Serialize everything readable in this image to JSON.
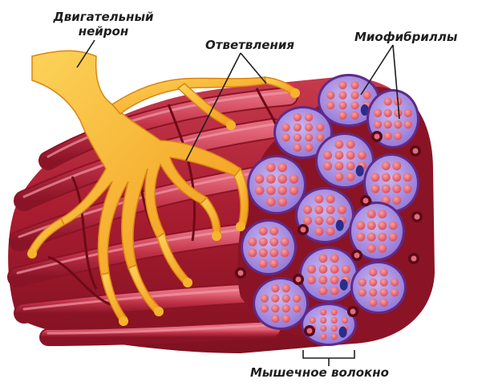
{
  "labels": {
    "motor_neuron_line1": "Двигательный",
    "motor_neuron_line2": "нейрон",
    "branches": "Ответвления",
    "myofibrils": "Миофибриллы",
    "muscle_fiber": "Мышечное волокно"
  },
  "colors": {
    "muscle_red": "#b8253a",
    "muscle_dark": "#7d0f1e",
    "muscle_light": "#d8576a",
    "neuron_orange": "#f6a21c",
    "neuron_yellow": "#fbd24a",
    "fiber_purple": "#8a6ad0",
    "fiber_lavender": "#b9a6ec",
    "myofibril_pink": "#ea6f6f",
    "nucleus_navy": "#2c2c8a"
  }
}
